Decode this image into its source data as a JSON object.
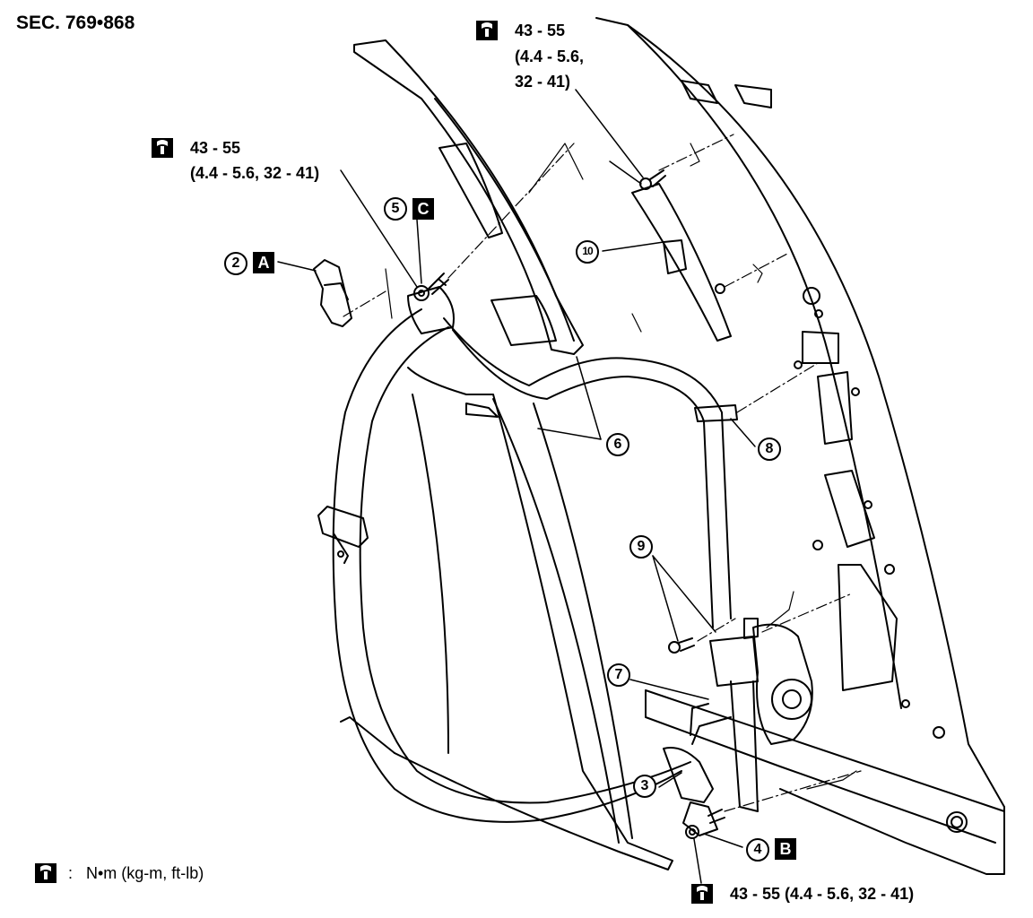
{
  "section": "SEC. 769•868",
  "torque_icon": "torque-wrench-icon",
  "torque_specs": {
    "top": {
      "line1": "43 - 55",
      "line2": "(4.4 - 5.6,",
      "line3": "32 - 41)"
    },
    "left": {
      "line1": "43 - 55",
      "line2": "(4.4 - 5.6, 32 - 41)"
    },
    "bottom": {
      "line1": "43 - 55 (4.4 - 5.6, 32 - 41)"
    }
  },
  "legend": {
    "separator": ":",
    "units": "N•m (kg-m, ft-lb)"
  },
  "callouts": {
    "c2": "2",
    "c3": "3",
    "c4": "4",
    "c5": "5",
    "c6": "6",
    "c7": "7",
    "c8": "8",
    "c9": "9",
    "c10": "10"
  },
  "badges": {
    "a": "A",
    "b": "B",
    "c": "C"
  }
}
